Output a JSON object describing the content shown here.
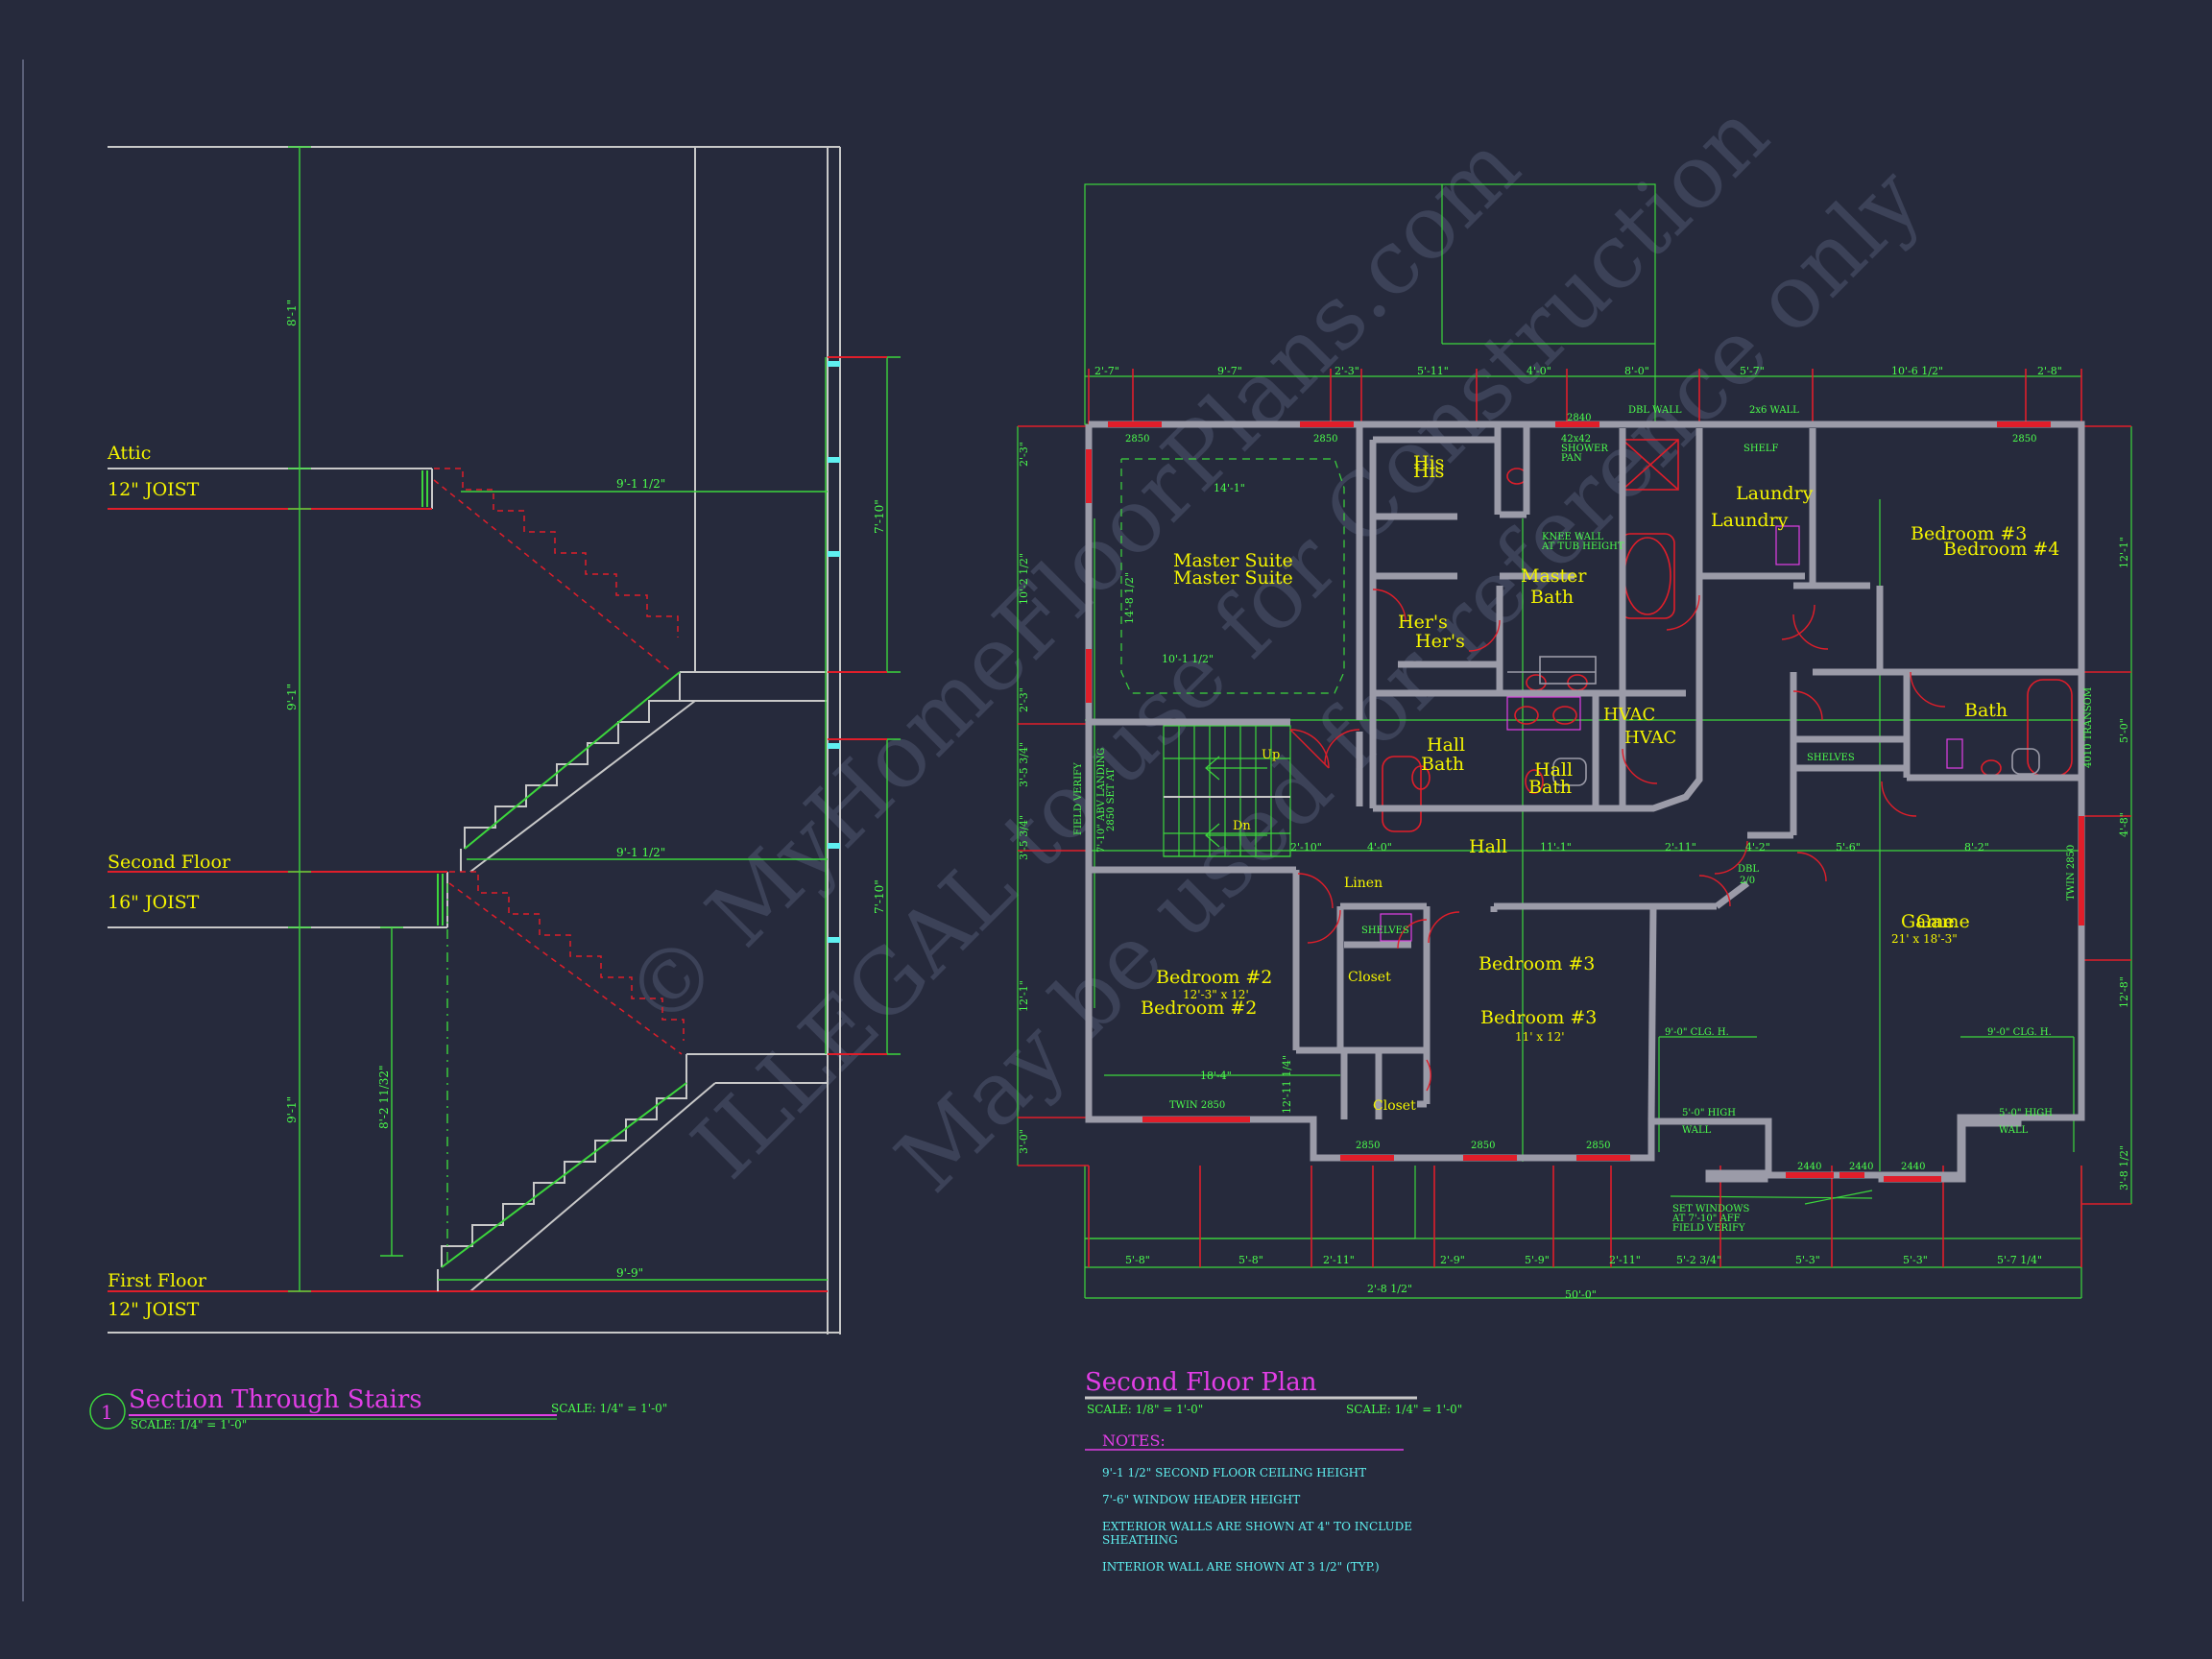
{
  "colors": {
    "background": "#262a3c",
    "wall": "#9b9ba8",
    "dimension": "#3cd63c",
    "label": "#f4f400",
    "accent_red": "#e01e2a",
    "title": "#e23ee6",
    "note": "#5ff0f0",
    "section_line": "#c8c8c8"
  },
  "watermark": {
    "line1": "© MyHomeFloorPlans.com",
    "line2": "ILLEGAL to use for Construction",
    "line3": "May be used for reference only"
  },
  "section": {
    "levels": [
      {
        "name": "Attic",
        "joist": "12\" JOIST"
      },
      {
        "name": "Second Floor",
        "joist": "16\" JOIST"
      },
      {
        "name": "First Floor",
        "joist": "12\" JOIST"
      }
    ],
    "dims": {
      "attic_height": "8'-1\"",
      "second_height": "9'-1\"",
      "first_height": "9'-1\"",
      "upper_run": "9'-1 1/2\"",
      "middle_run": "9'-1 1/2\"",
      "lower_run": "9'-9\"",
      "upper_window": "7'-10\"",
      "lower_window": "7'-10\"",
      "head_height": "8'-2 11/32\""
    },
    "title_number": "1",
    "title": "Section Through Stairs",
    "scale": "SCALE: 1/4\" = 1'-0\"",
    "scale2": "SCALE: 1/4\" = 1'-0\""
  },
  "plan": {
    "rooms": {
      "master_suite": "Master Suite",
      "master_suite_dup": "Master Suite",
      "his": "His",
      "his_dup": "His",
      "hers": "Her's",
      "hers_dup": "Her's",
      "master_bath": "Master",
      "master_bath2": "Bath",
      "laundry": "Laundry",
      "laundry_dup": "Laundry",
      "bed3_top": "Bedroom #3",
      "bed4": "Bedroom #4",
      "hvac": "HVAC",
      "hvac_dup": "HVAC",
      "hall_bath1": "Hall",
      "hall_bath1b": "Bath",
      "hall_bath2": "Hall",
      "hall_bath2b": "Bath",
      "bath": "Bath",
      "hall": "Hall",
      "linen": "Linen",
      "closet1": "Closet",
      "closet2": "Closet",
      "bed2": "Bedroom #2",
      "bed2_dup": "Bedroom #2",
      "bed2_size": "12'-3\" x 12'",
      "bed3": "Bedroom #3",
      "bed3_dup": "Bedroom #3",
      "bed3_size": "11' x 12'",
      "game": "Game",
      "game_dup": "Game",
      "game_size": "21' x 18'-3\"",
      "up": "Up",
      "dn": "Dn"
    },
    "small": {
      "dbl_wall": "DBL WALL",
      "wall_2x6": "2x6 WALL",
      "shelf": "SHELF",
      "shower": "42x42",
      "shower2": "SHOWER",
      "shower3": "PAN",
      "knee1": "KNEE WALL",
      "knee2": "AT TUB HEIGHT",
      "shelves1": "SHELVES",
      "shelves2": "SHELVES",
      "twin_bottom": "TWIN 2850",
      "twin_right1": "TWIN 2850",
      "twin_right2": "4010 TRANSOM",
      "clg_left": "9'-0\" CLG. H.",
      "clg_right": "9'-0\" CLG. H.",
      "wall_left1": "5'-0\" HIGH",
      "wall_left2": "WALL",
      "wall_right1": "5'-0\" HIGH",
      "wall_right2": "WALL",
      "set_windows1": "SET WINDOWS",
      "set_windows2": "AT 7'-10\" AFF",
      "set_windows3": "FIELD VERIFY",
      "field_verify": "FIELD VERIFY",
      "landing": "7'-10\" ABV LANDING",
      "landing2": "2850 SET AT",
      "dbl": "DBL",
      "dbl2": "2/0",
      "w2850a": "2850",
      "w2850b": "2850",
      "w2850c": "2850",
      "w2850d": "2850",
      "w2850e": "2850",
      "w2850f": "2850",
      "w2840": "2840",
      "w2440a": "2440",
      "w2440b": "2440",
      "w2440c": "2440"
    },
    "top_dims": [
      "2'-7\"",
      "9'-7\"",
      "2'-3\"",
      "5'-11\"",
      "4'-0\"",
      "8'-0\"",
      "5'-7\"",
      "10'-6 1/2\"",
      "2'-8\""
    ],
    "bottom_dims": [
      "5'-8\"",
      "5'-8\"",
      "2'-11\"",
      "2'-9\"",
      "5'-9\"",
      "2'-11\"",
      "5'-2 3/4\"",
      "5'-3\"",
      "5'-3\"",
      "5'-7 1/4\""
    ],
    "bottom_total": "2'-8 1/2\"",
    "overall": "50'-0\"",
    "left_dims": [
      "2'-3\"",
      "10'-2 1/2\"",
      "2'-3\"",
      "3'-5 3/4\"",
      "3'-5 3/4\"",
      "12'-1\"",
      "3'-0\""
    ],
    "right_dims": [
      "12'-1\"",
      "5'-0\"",
      "4'-8\"",
      "12'-8\"",
      "3'-8 1/2\""
    ],
    "interior_dims": [
      "14'-1\"",
      "10'-1 1/2\"",
      "14'-8 1/2\"",
      "18'-4\"",
      "12'-11 1/4\"",
      "11'-1\"",
      "2'-11\"",
      "4'-2\"",
      "5'-6\"",
      "8'-2\"",
      "2'-10\"",
      "4'-0\""
    ],
    "title": "Second Floor Plan",
    "scale": "SCALE: 1/8\" = 1'-0\"",
    "scale2": "SCALE: 1/4\" = 1'-0\"",
    "notes_title": "NOTES:",
    "notes": [
      "9'-1 1/2\" SECOND FLOOR CEILING HEIGHT",
      "7'-6\" WINDOW HEADER HEIGHT",
      "EXTERIOR WALLS ARE SHOWN AT 4\" TO INCLUDE",
      "SHEATHING",
      "INTERIOR WALL ARE SHOWN AT 3 1/2\" (TYP.)"
    ]
  }
}
